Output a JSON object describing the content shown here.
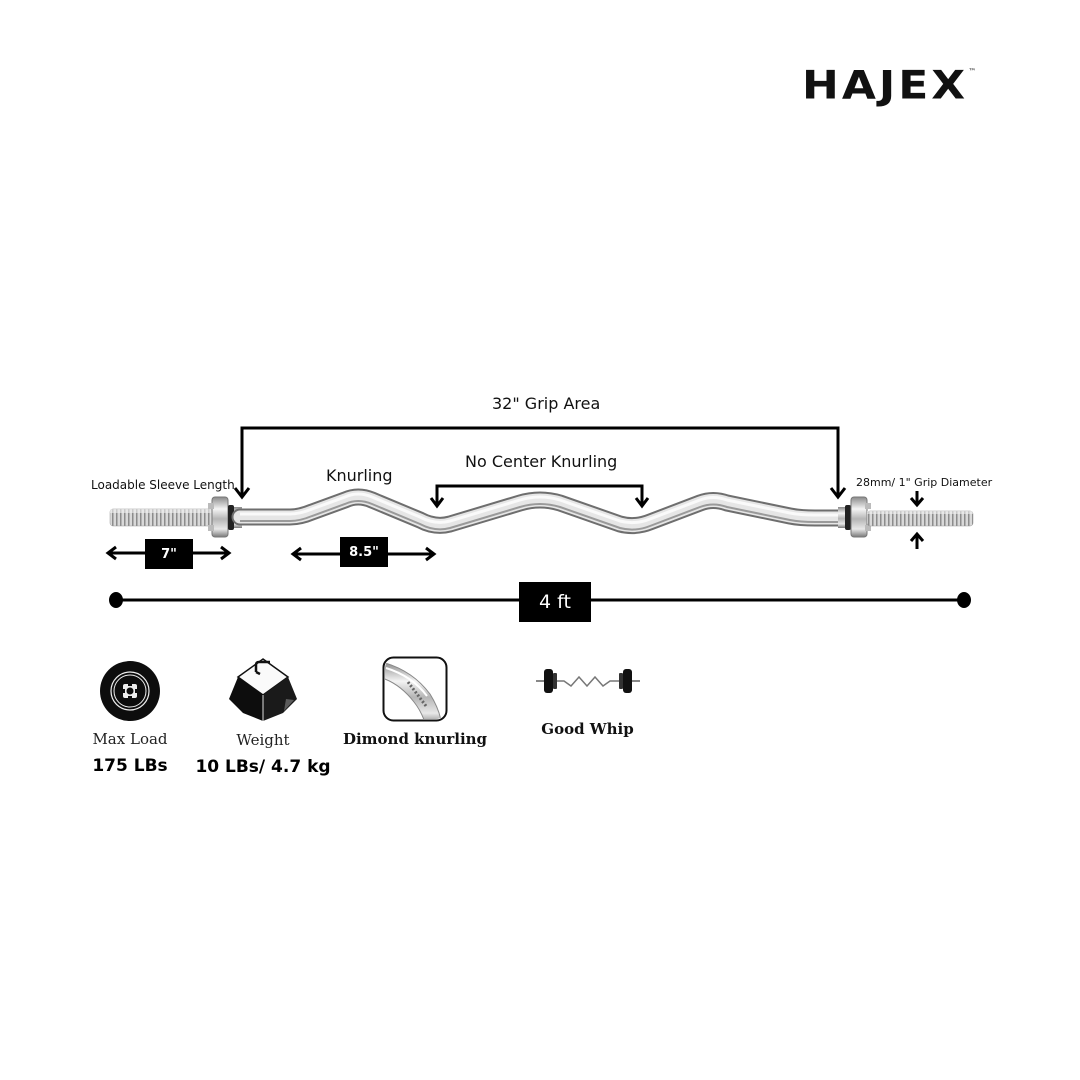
{
  "brand": {
    "name": "HAJEX",
    "trademark": "™"
  },
  "diagram": {
    "grip_area_label": "32\" Grip Area",
    "no_center_knurling_label": "No Center Knurling",
    "knurling_label": "Knurling",
    "sleeve_label": "Loadable Sleeve Length",
    "grip_diameter_label": "28mm/ 1\" Grip Diameter",
    "sleeve_length_value": "7\"",
    "knurling_length_value": "8.5\"",
    "total_length_value": "4 ft"
  },
  "features": [
    {
      "icon": "weight-plate-icon",
      "title": "Max Load",
      "value": "175 LBs"
    },
    {
      "icon": "kettle-weight-icon",
      "title": "Weight",
      "value": "10 LBs/ 4.7 kg"
    },
    {
      "icon": "knurling-closeup-icon",
      "title": "Dimond knurling",
      "value": ""
    },
    {
      "icon": "curl-bar-icon",
      "title": "Good Whip",
      "value": ""
    }
  ],
  "colors": {
    "ink": "#000000",
    "background": "#ffffff",
    "chrome": "#c8c8c8"
  }
}
